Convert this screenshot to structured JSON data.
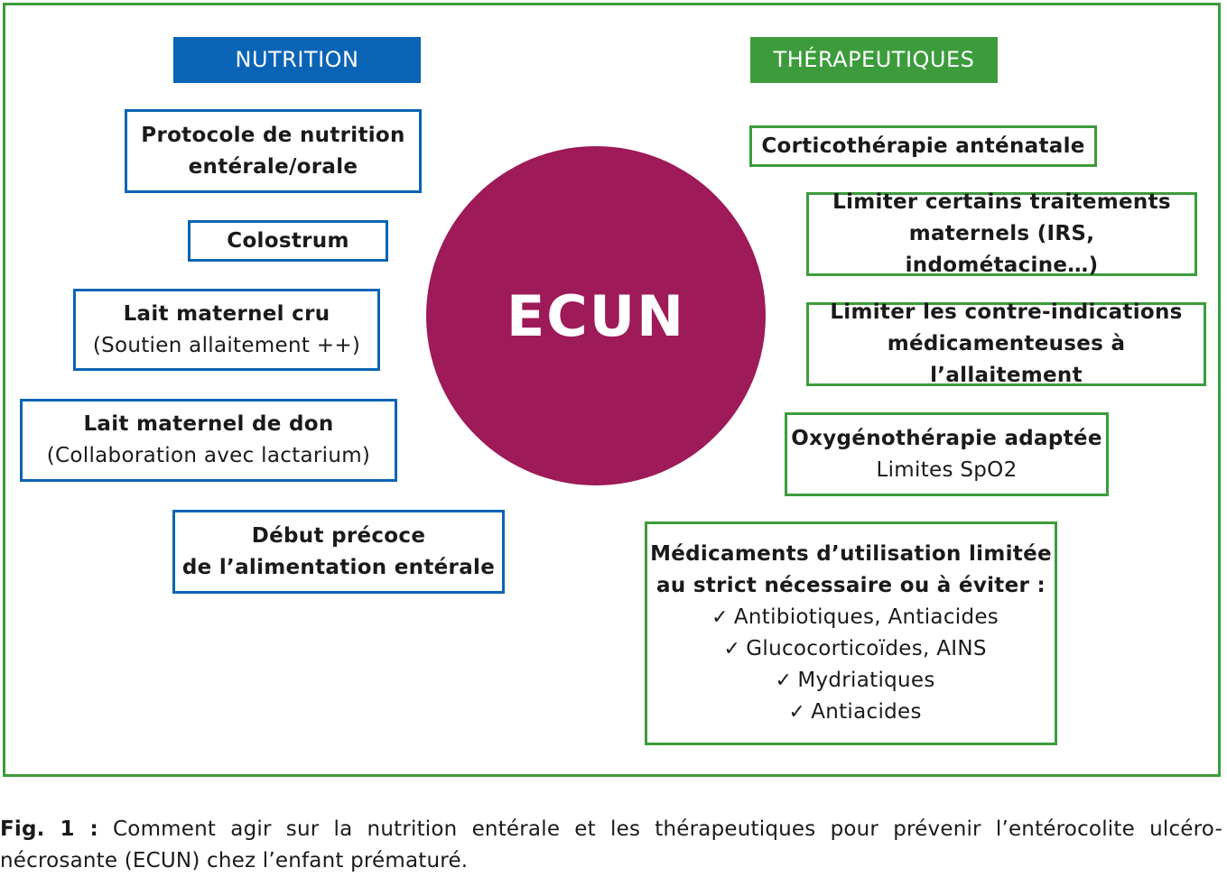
{
  "colors": {
    "nutrition_blue": "#0a64b6",
    "therapeutiques_green": "#3c9c3c",
    "ecun_purple": "#9e1a58"
  },
  "headers": {
    "nutrition": "NUTRITION",
    "therapeutiques": "THÉRAPEUTIQUES"
  },
  "center": {
    "label": "ECUN"
  },
  "nutrition": {
    "protocole": {
      "line1": "Protocole de nutrition",
      "line2": "entérale/orale"
    },
    "colostrum": {
      "line1": "Colostrum"
    },
    "lait_cru": {
      "line1": "Lait maternel cru",
      "line2": "(Soutien allaitement ++)"
    },
    "lait_don": {
      "line1": "Lait maternel de don",
      "line2": "(Collaboration avec lactarium)"
    },
    "debut": {
      "line1": "Début précoce",
      "line2": "de l’alimentation entérale"
    }
  },
  "therapeutiques": {
    "cortico": {
      "line1": "Corticothérapie anténatale"
    },
    "limiter_traitements": {
      "line1": "Limiter certains traitements",
      "line2": "maternels (IRS, indométacine…)"
    },
    "limiter_contre": {
      "line1": "Limiter les contre-indications",
      "line2": "médicamenteuses à l’allaitement"
    },
    "oxygeno": {
      "line1": "Oxygénothérapie adaptée",
      "line2": "Limites SpO2"
    },
    "medicaments": {
      "line1": "Médicaments d’utilisation limitée",
      "line2": "au strict nécessaire ou à éviter :",
      "check_symbol": "✓",
      "items": [
        "Antibiotiques, Antiacides",
        "Glucocorticoïdes, AINS",
        "Mydriatiques",
        "Antiacides"
      ]
    }
  },
  "caption": {
    "lead": "Fig. 1 :",
    "line1": "Comment agir sur la nutrition entérale et les thérapeutiques pour prévenir l’entérocolite ulcéro-",
    "line2": "nécrosante (ECUN) chez l’enfant prématuré."
  }
}
